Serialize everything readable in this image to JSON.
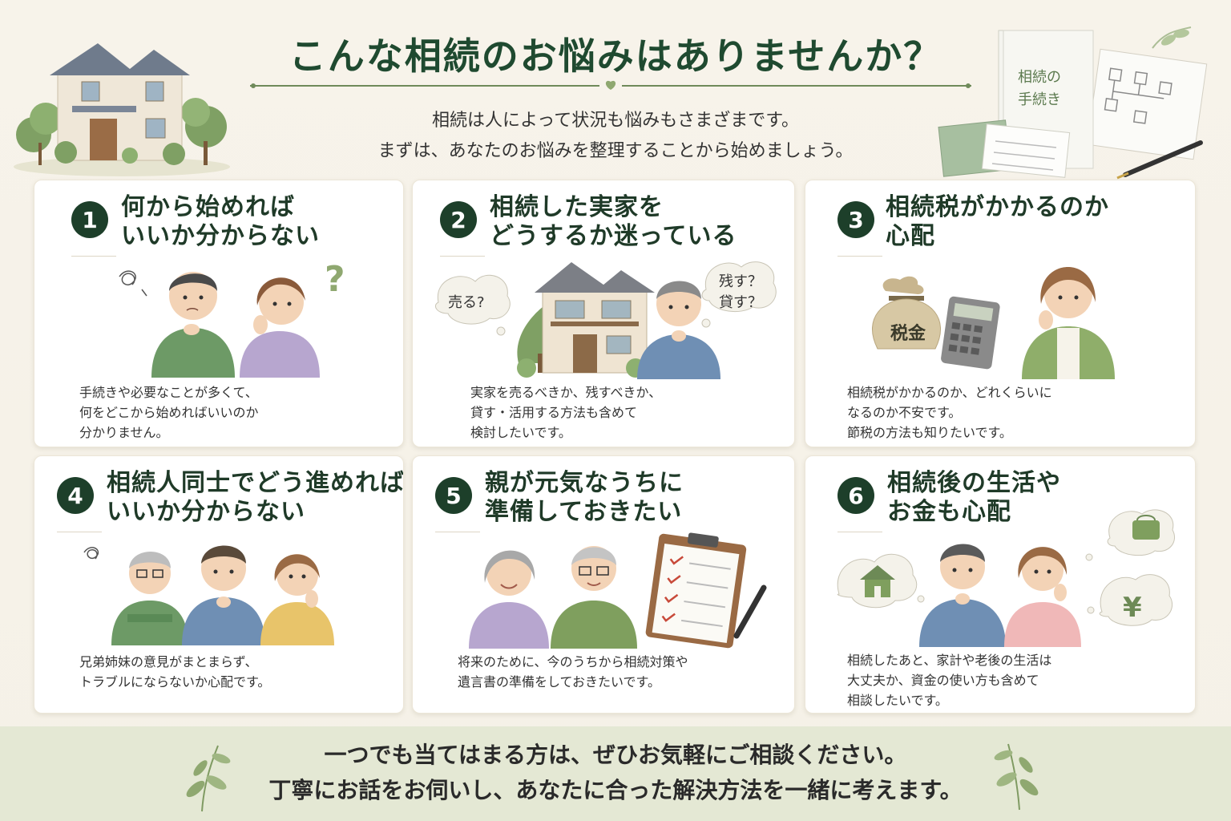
{
  "header": {
    "title": "こんな相続のお悩みはありませんか？",
    "subtitle_lines": [
      "相続は人によって状況も悩みもさまざまです。",
      "まずは、あなたのお悩みを整理することから始めましょう。"
    ],
    "booklet_label_lines": [
      "相続の",
      "手続き"
    ]
  },
  "cards": [
    {
      "number": "1",
      "title_lines": [
        "何から始めれば",
        "いいか分からない"
      ],
      "desc_lines": [
        "手続きや必要なことが多くて、",
        "何をどこから始めればいいのか",
        "分かりません。"
      ]
    },
    {
      "number": "2",
      "title_lines": [
        "相続した実家を",
        "どうするか迷っている"
      ],
      "desc_lines": [
        "実家を売るべきか、残すべきか、",
        "貸す・活用する方法も含めて",
        "検討したいです。"
      ],
      "bubbles": {
        "left": "売る?",
        "right_lines": [
          "残す？",
          "貸す？"
        ]
      }
    },
    {
      "number": "3",
      "title_lines": [
        "相続税がかかるのか",
        "心配"
      ],
      "desc_lines": [
        "相続税がかかるのか、どれくらいに",
        "なるのか不安です。",
        "節税の方法も知りたいです。"
      ],
      "bag_label": "税金"
    },
    {
      "number": "4",
      "title_lines": [
        "相続人同士でどう進めれば",
        "いいか分からない"
      ],
      "desc_lines": [
        "兄弟姉妹の意見がまとまらず、",
        "トラブルにならないか心配です。"
      ]
    },
    {
      "number": "5",
      "title_lines": [
        "親が元気なうちに",
        "準備しておきたい"
      ],
      "desc_lines": [
        "将来のために、今のうちから相続対策や",
        "遺言書の準備をしておきたいです。"
      ]
    },
    {
      "number": "6",
      "title_lines": [
        "相続後の生活や",
        "お金も心配"
      ],
      "desc_lines": [
        "相続したあと、家計や老後の生活は",
        "大丈夫か、資金の使い方も含めて",
        "相談したいです。"
      ],
      "yen_symbol": "¥"
    }
  ],
  "footer": {
    "lines": [
      "一つでも当てはまる方は、ぜひお気軽にご相談ください。",
      "丁寧にお話をお伺いし、あなたに合った解決方法を一緒に考えます。"
    ]
  },
  "colors": {
    "accent": "#1d3f2a",
    "title": "#1f4a30",
    "footer_bg": "#e4e8d4",
    "leaf": "#8fa870",
    "card_bg": "#ffffff"
  },
  "icons": [
    "house-illustration",
    "documents-illustration",
    "leaf-icon",
    "question-icon",
    "money-bag-icon",
    "calculator-icon",
    "clipboard-icon",
    "pen-icon",
    "wallet-icon",
    "yen-icon"
  ]
}
